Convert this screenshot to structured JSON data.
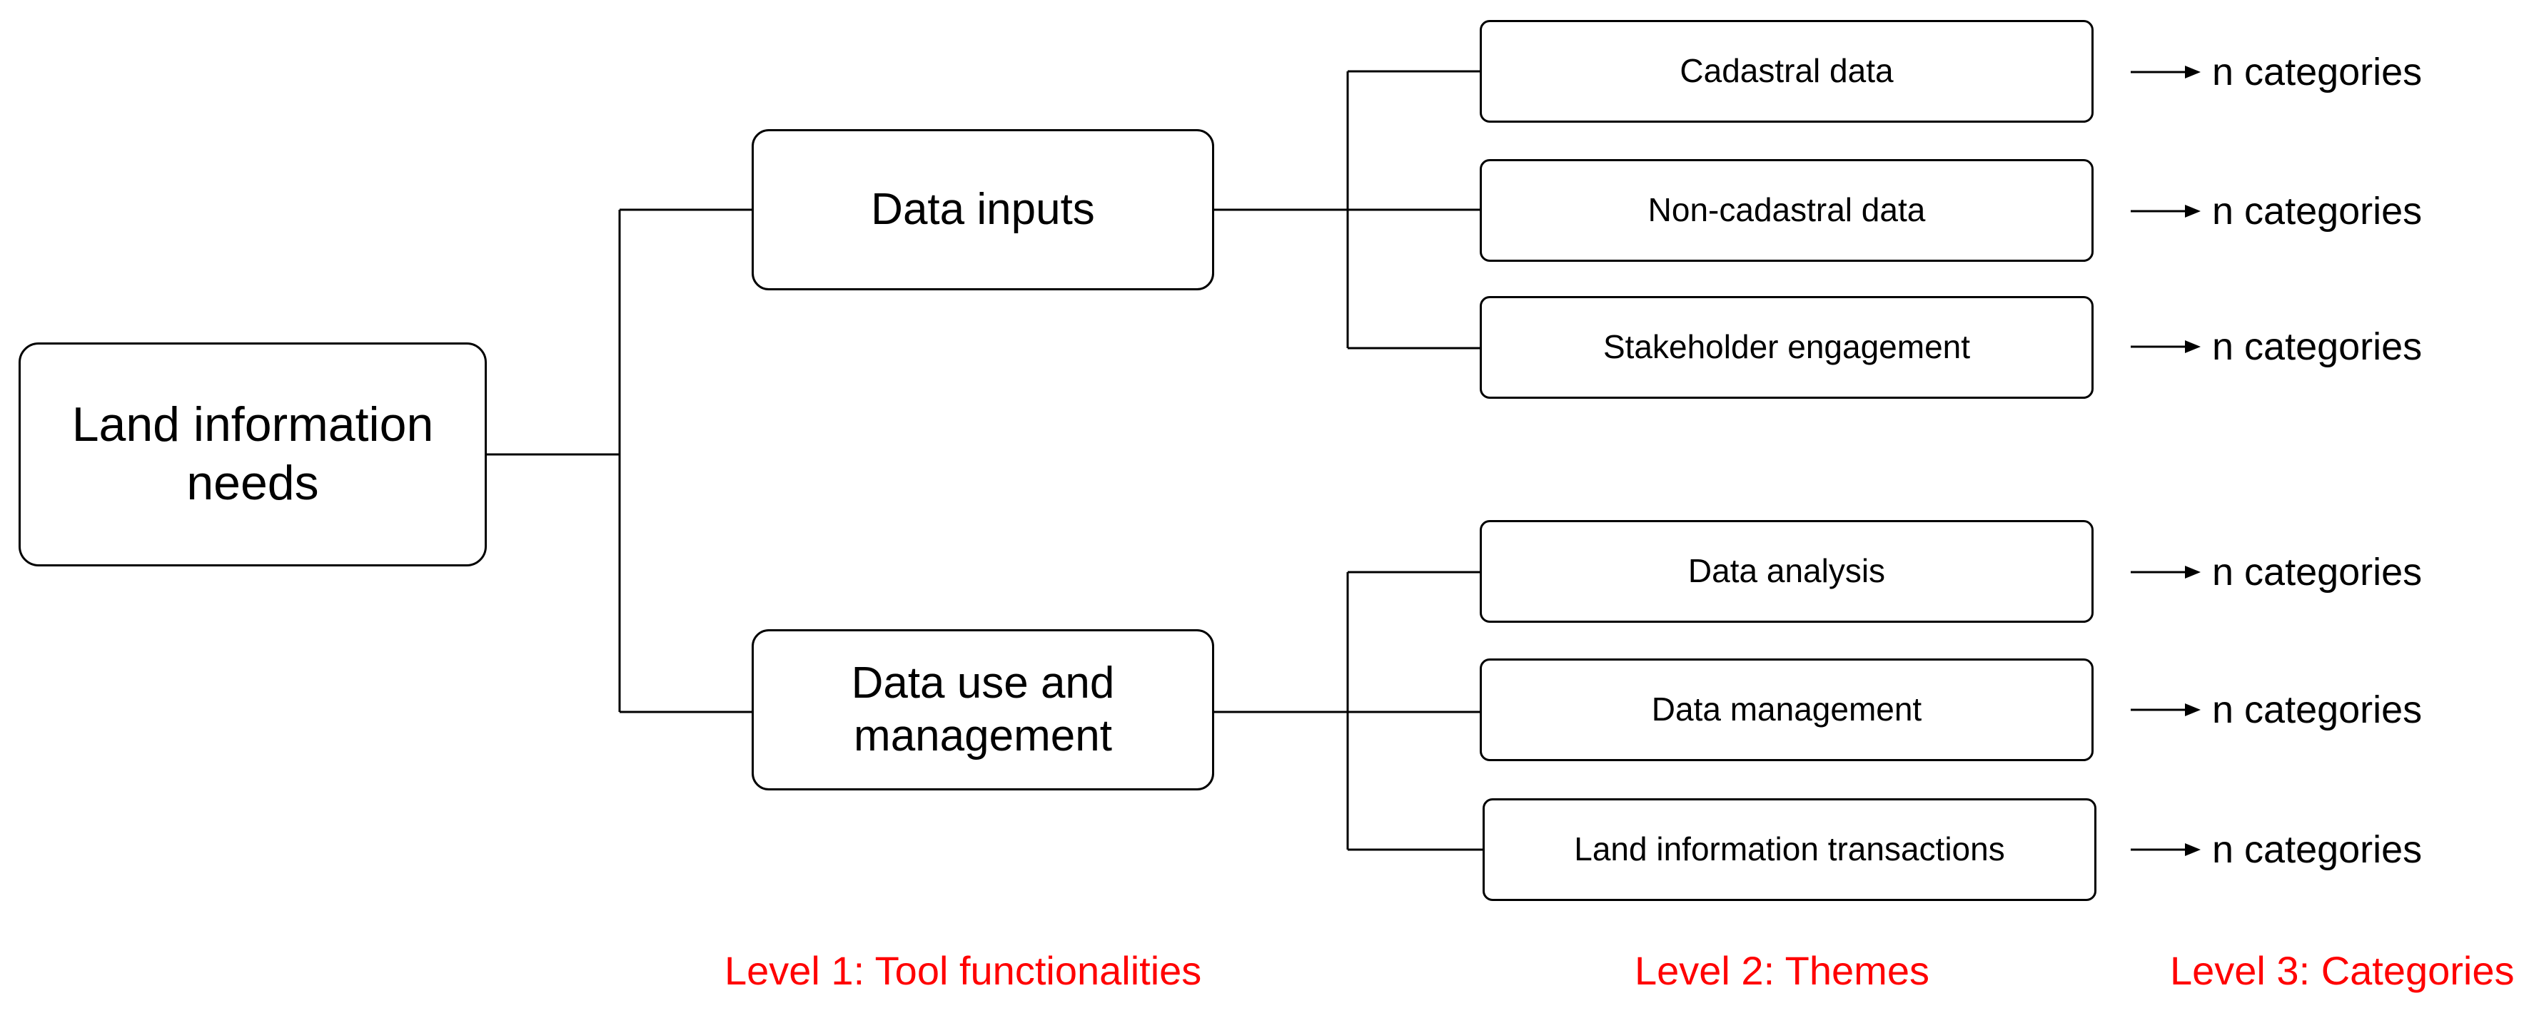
{
  "root": {
    "label": "Land information\nneeds"
  },
  "functionalities": [
    {
      "label": "Data inputs",
      "themes": [
        {
          "label": "Cadastral data",
          "categories": "n categories"
        },
        {
          "label": "Non-cadastral data",
          "categories": "n categories"
        },
        {
          "label": "Stakeholder engagement",
          "categories": "n categories"
        }
      ]
    },
    {
      "label": "Data use and\nmanagement",
      "themes": [
        {
          "label": "Data analysis",
          "categories": "n categories"
        },
        {
          "label": "Data management",
          "categories": "n categories"
        },
        {
          "label": "Land information transactions",
          "categories": "n categories"
        }
      ]
    }
  ],
  "levels": [
    "Level 1: Tool functionalities",
    "Level 2: Themes",
    "Level 3: Categories"
  ],
  "colors": {
    "line": "#000000",
    "level_label": "#ff0000",
    "node_fill": "#ffffff"
  }
}
